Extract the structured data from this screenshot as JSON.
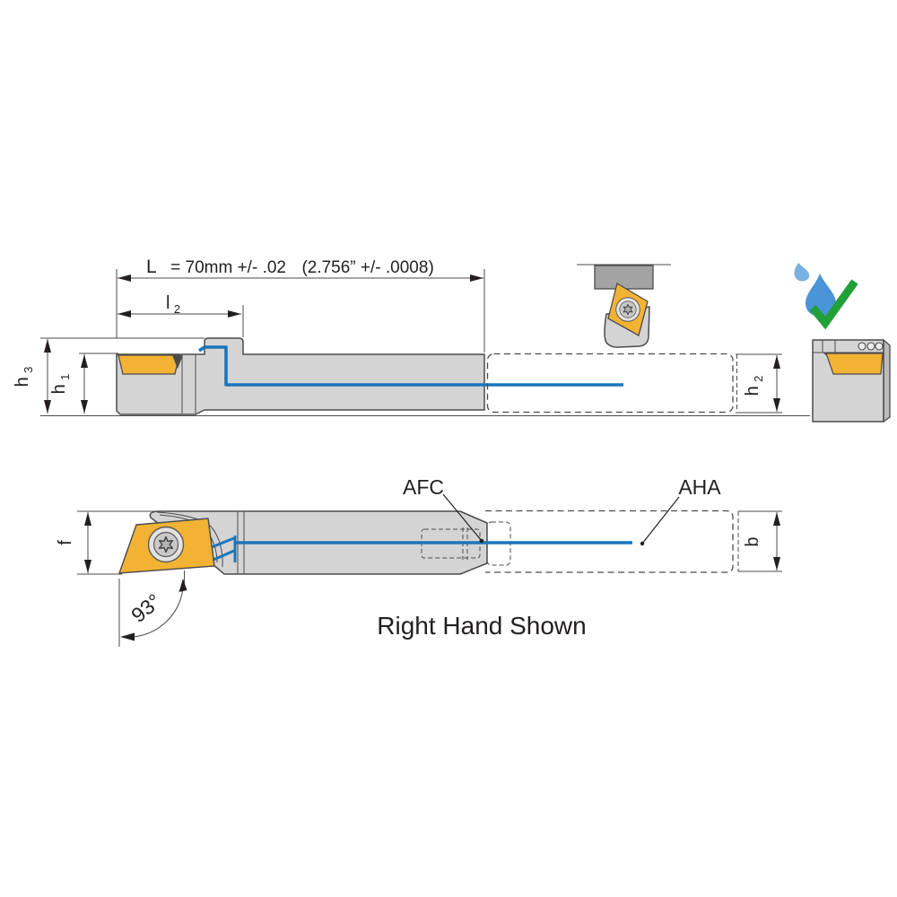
{
  "caption": "Right Hand Shown",
  "side_view": {
    "length_dim": {
      "symbol": "L",
      "metric": "= 70mm +/- .02",
      "imperial": "(2.756” +/- .0008)"
    },
    "l2": {
      "base": "l",
      "sub": "2"
    },
    "h3": {
      "base": "h",
      "sub": "3"
    },
    "h1": {
      "base": "h",
      "sub": "1"
    },
    "h2": {
      "base": "h",
      "sub": "2"
    }
  },
  "top_view": {
    "f": "f",
    "b": "b",
    "angle": "93°",
    "front_coolant_label": "AFC",
    "rear_coolant_label": "AHA"
  },
  "icons": {
    "coolant_droplet": "coolant-droplet-icon",
    "checkmark": "checkmark-icon"
  },
  "colors": {
    "body_gray": "#d4d4d4",
    "clamp_gray": "#a3a3a3",
    "side_face_gray": "#bcbcbc",
    "insert_yellow": "#f2b233",
    "coolant_blue": "#1b75bc",
    "droplet_blue": "#4a94d8",
    "droplet_light_blue": "#7ab0e2",
    "check_green": "#21a038",
    "outline": "#4b4b4b",
    "text": "#231f20"
  }
}
